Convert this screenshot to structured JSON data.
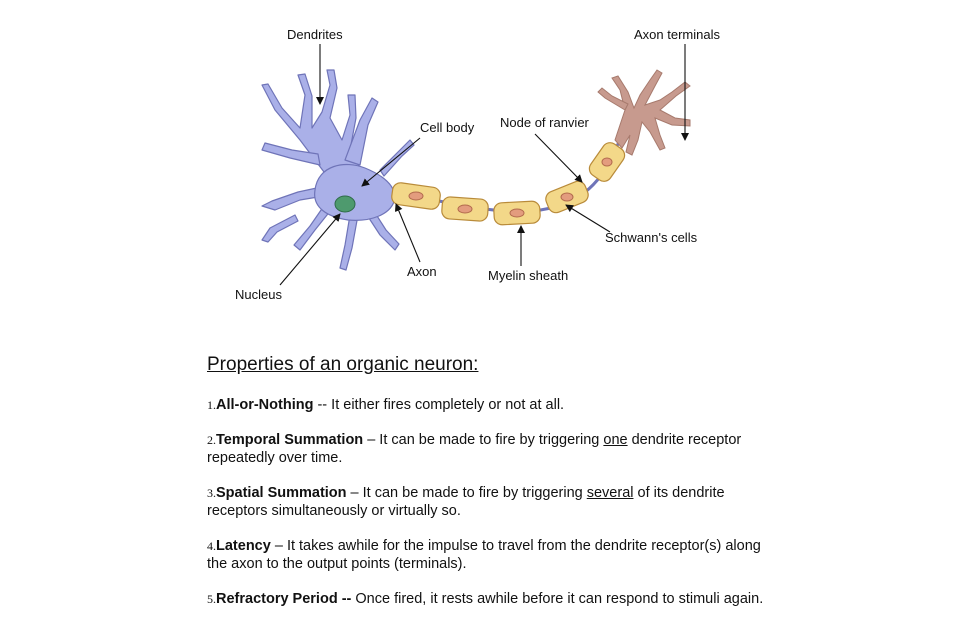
{
  "diagram": {
    "labels": {
      "dendrites": "Dendrites",
      "axon_terminals": "Axon terminals",
      "cell_body": "Cell body",
      "node_of_ranvier": "Node of ranvier",
      "schwanns_cells": "Schwann's cells",
      "axon": "Axon",
      "myelin_sheath": "Myelin sheath",
      "nucleus": "Nucleus"
    },
    "colors": {
      "neuron_body": "#aab0e8",
      "neuron_outline": "#6f74b8",
      "nucleus": "#4e9a6e",
      "myelin": "#f3d889",
      "myelin_outline": "#b98b3a",
      "schwann_nucleus": "#e39c7e",
      "terminals": "#c79a8e"
    }
  },
  "properties": {
    "title": "Properties of an organic neuron:",
    "items": [
      {
        "num": "1.",
        "term": "All-or-Nothing",
        "sep": " -- ",
        "text_a": "It either fires completely or not at all.",
        "emph": "",
        "text_b": ""
      },
      {
        "num": "2.",
        "term": "Temporal Summation",
        "sep": " – ",
        "text_a": "It can be made to fire by triggering ",
        "emph": "one",
        "text_b": " dendrite receptor repeatedly over time."
      },
      {
        "num": "3.",
        "term": "Spatial Summation",
        "sep": " – ",
        "text_a": "It can be made to fire by triggering ",
        "emph": "several",
        "text_b": " of its dendrite receptors simultaneously or virtually so."
      },
      {
        "num": "4.",
        "term": "Latency",
        "sep": " – ",
        "text_a": "It takes awhile for the impulse to travel from the dendrite receptor(s) along the axon to the output points (terminals).",
        "emph": "",
        "text_b": ""
      },
      {
        "num": "5.",
        "term": "Refractory Period --",
        "sep": " ",
        "text_a": "Once fired, it rests awhile before it can respond to stimuli again.",
        "emph": "",
        "text_b": ""
      }
    ]
  }
}
